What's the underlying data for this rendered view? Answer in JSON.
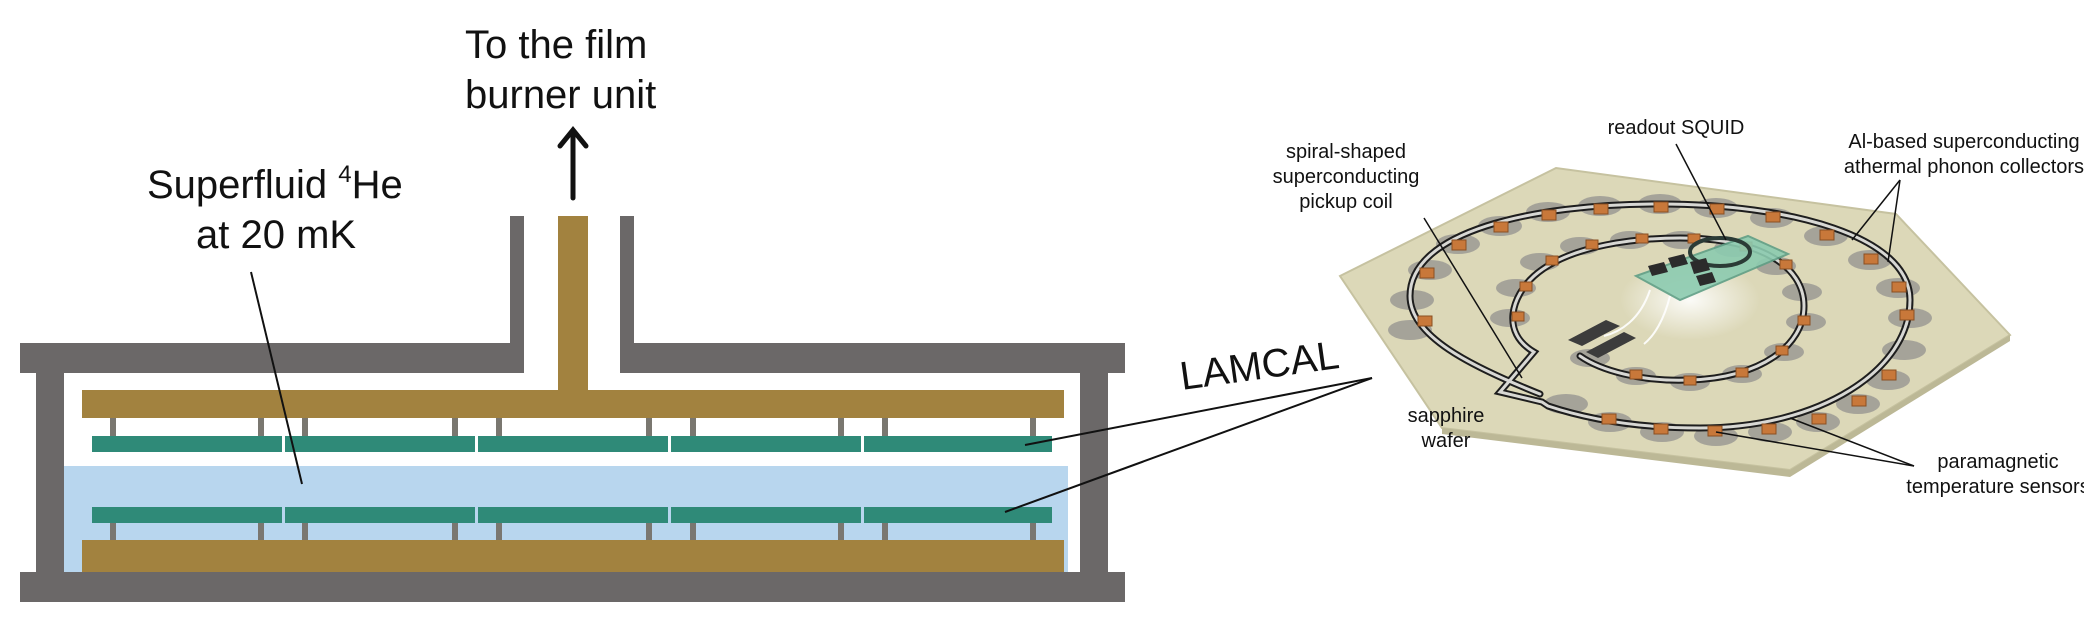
{
  "labels": {
    "top_label_line1": "To the film",
    "top_label_line2": "burner unit",
    "fluid_label_prefix": "Superfluid ",
    "fluid_label_superscript": "4",
    "fluid_label_suffix": "He",
    "fluid_label_line2": "at 20 mK",
    "lamcal": "LAMCAL",
    "spiral_line1": "spiral-shaped",
    "spiral_line2": "superconducting",
    "spiral_line3": "pickup coil",
    "squid": "readout SQUID",
    "al_line1": "Al-based superconducting",
    "al_line2": "athermal phonon collectors",
    "sapphire_line1": "sapphire",
    "sapphire_line2": "wafer",
    "para_line1": "paramagnetic",
    "para_line2": "temperature sensors"
  },
  "colors": {
    "vessel_wall": "#6b6868",
    "heater_bronze": "#a2823f",
    "sensor_plate_teal": "#2f8a78",
    "superfluid": "#b8d6ee",
    "wafer": "#dcd8b8",
    "coil_copper": "#c8783a",
    "squid_green": "#8ccbb0"
  }
}
